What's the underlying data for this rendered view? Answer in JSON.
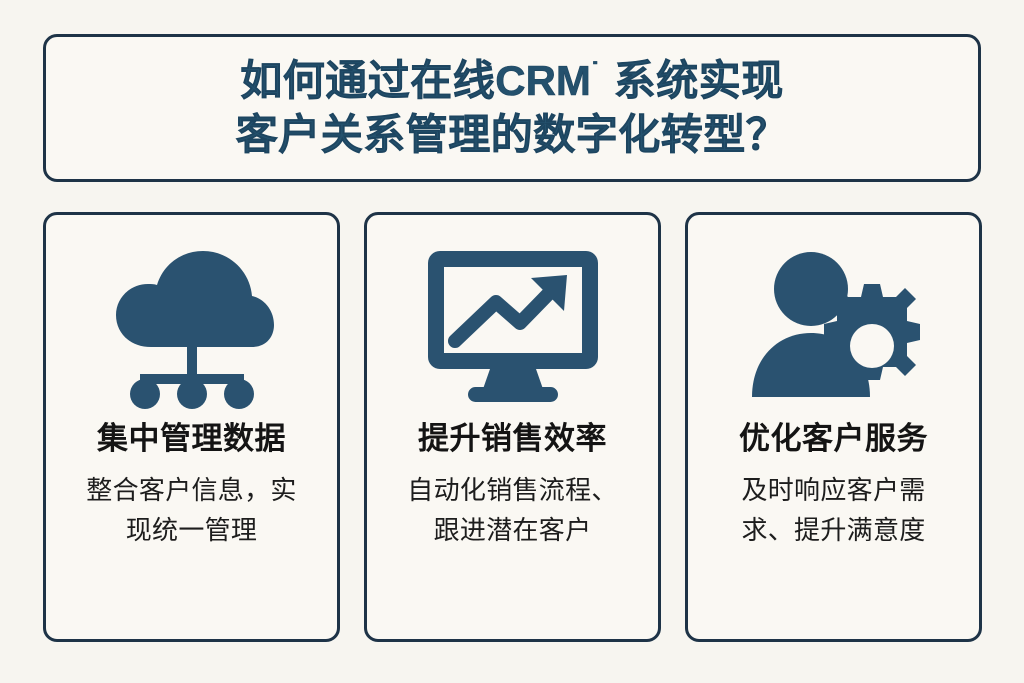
{
  "page": {
    "background_color": "#f7f5f0",
    "accent_color": "#2a5270",
    "border_color": "#1e3347",
    "title_color": "#24516d",
    "card_bg_color": "#faf8f3"
  },
  "title": {
    "line1_prefix": "如何通过在线",
    "line1_latin": "CRM",
    "line1_tick": "˙",
    "line1_suffix": "系统实现",
    "line2": "客户关系管理的数字化转型？",
    "full_text": "如何通过在线CRM˙ 系统实现客户关系管理的数字化转型？"
  },
  "cards": [
    {
      "icon": "cloud-network-icon",
      "title": "集中管理数据",
      "body": "整合客户信息，实现统一管理"
    },
    {
      "icon": "monitor-growth-chart-icon",
      "title": "提升销售效率",
      "body": "自动化销售流程、跟进潜在客户"
    },
    {
      "icon": "user-gear-icon",
      "title": "优化客户服务",
      "body": "及时响应客户需求、提升满意度"
    }
  ]
}
